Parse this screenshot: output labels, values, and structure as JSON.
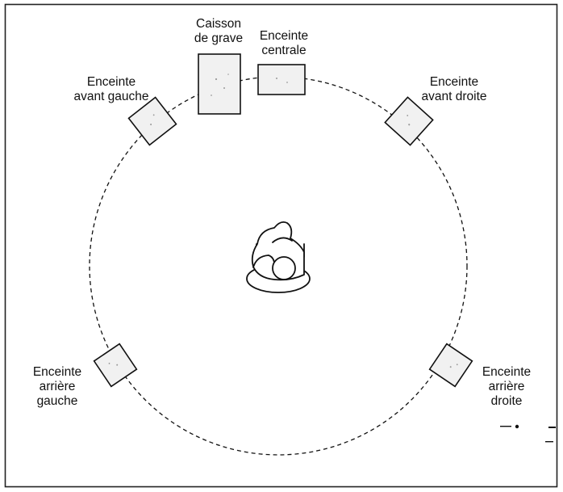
{
  "diagram": {
    "speakers": {
      "subwoofer": {
        "line1": "Caisson",
        "line2": "de grave"
      },
      "center": {
        "line1": "Enceinte",
        "line2": "centrale"
      },
      "front_left": {
        "line1": "Enceinte",
        "line2": "avant gauche"
      },
      "front_right": {
        "line1": "Enceinte",
        "line2": "avant droite"
      },
      "rear_left": {
        "line1": "Enceinte",
        "line2": "arrière",
        "line3": "gauche"
      },
      "rear_right": {
        "line1": "Enceinte",
        "line2": "arrière",
        "line3": "droite"
      }
    },
    "icons": {
      "listener": "listener-icon",
      "speaker": "speaker-icon"
    },
    "colors": {
      "line": "#111111",
      "speaker_fill": "#f1f1f1",
      "background": "#ffffff"
    }
  }
}
